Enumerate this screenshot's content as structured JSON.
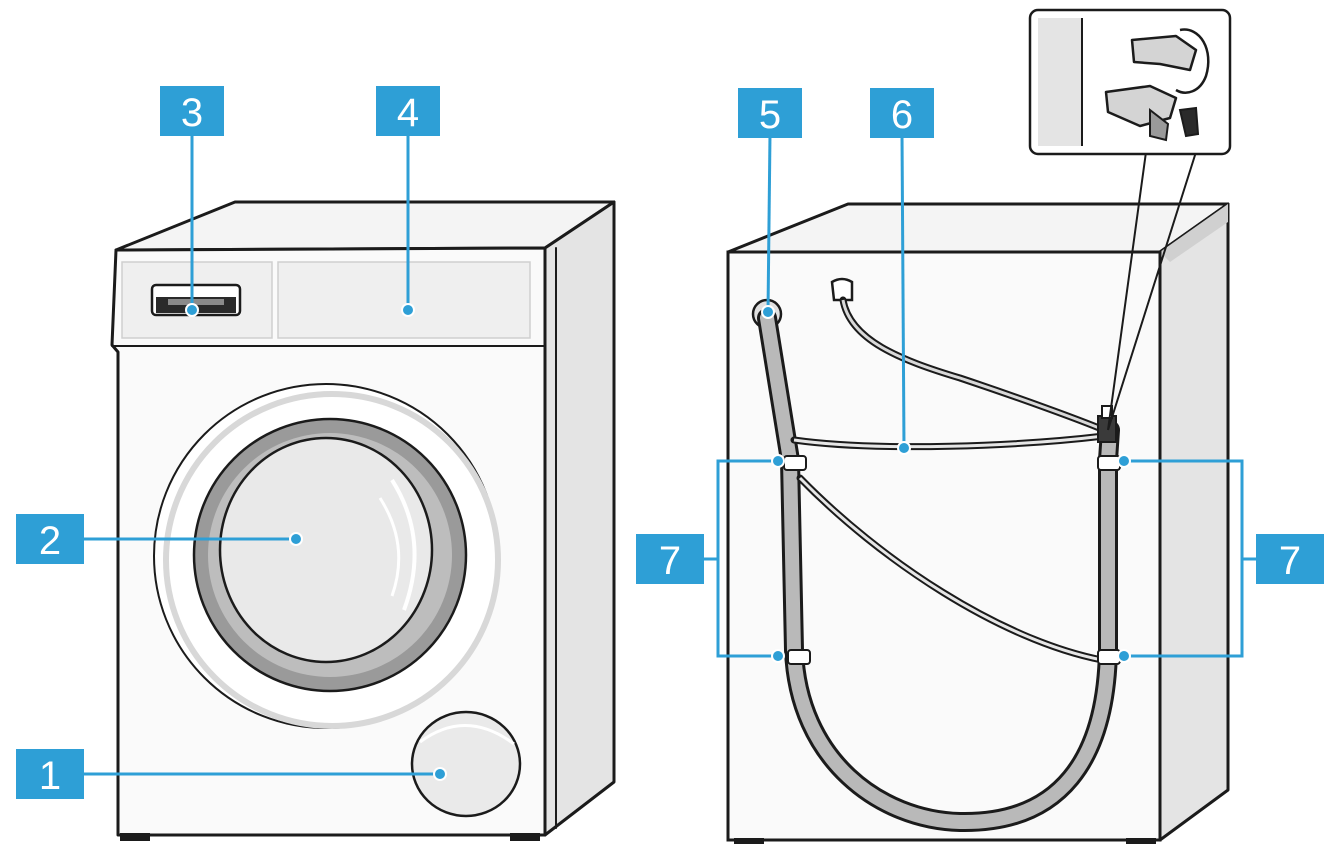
{
  "colors": {
    "accent": "#2e9fd6",
    "panel": "#efefef",
    "side": "#e4e4e4",
    "shadow": "#d3d3d3",
    "outline": "#1b1b1b"
  },
  "callouts": {
    "service_flap": "1",
    "door": "2",
    "detergent_drawer": "3",
    "control_panel": "4",
    "inlet_hose_connection": "5",
    "power_cord": "6",
    "hose_holder_left": "7",
    "hose_holder_right": "7"
  }
}
